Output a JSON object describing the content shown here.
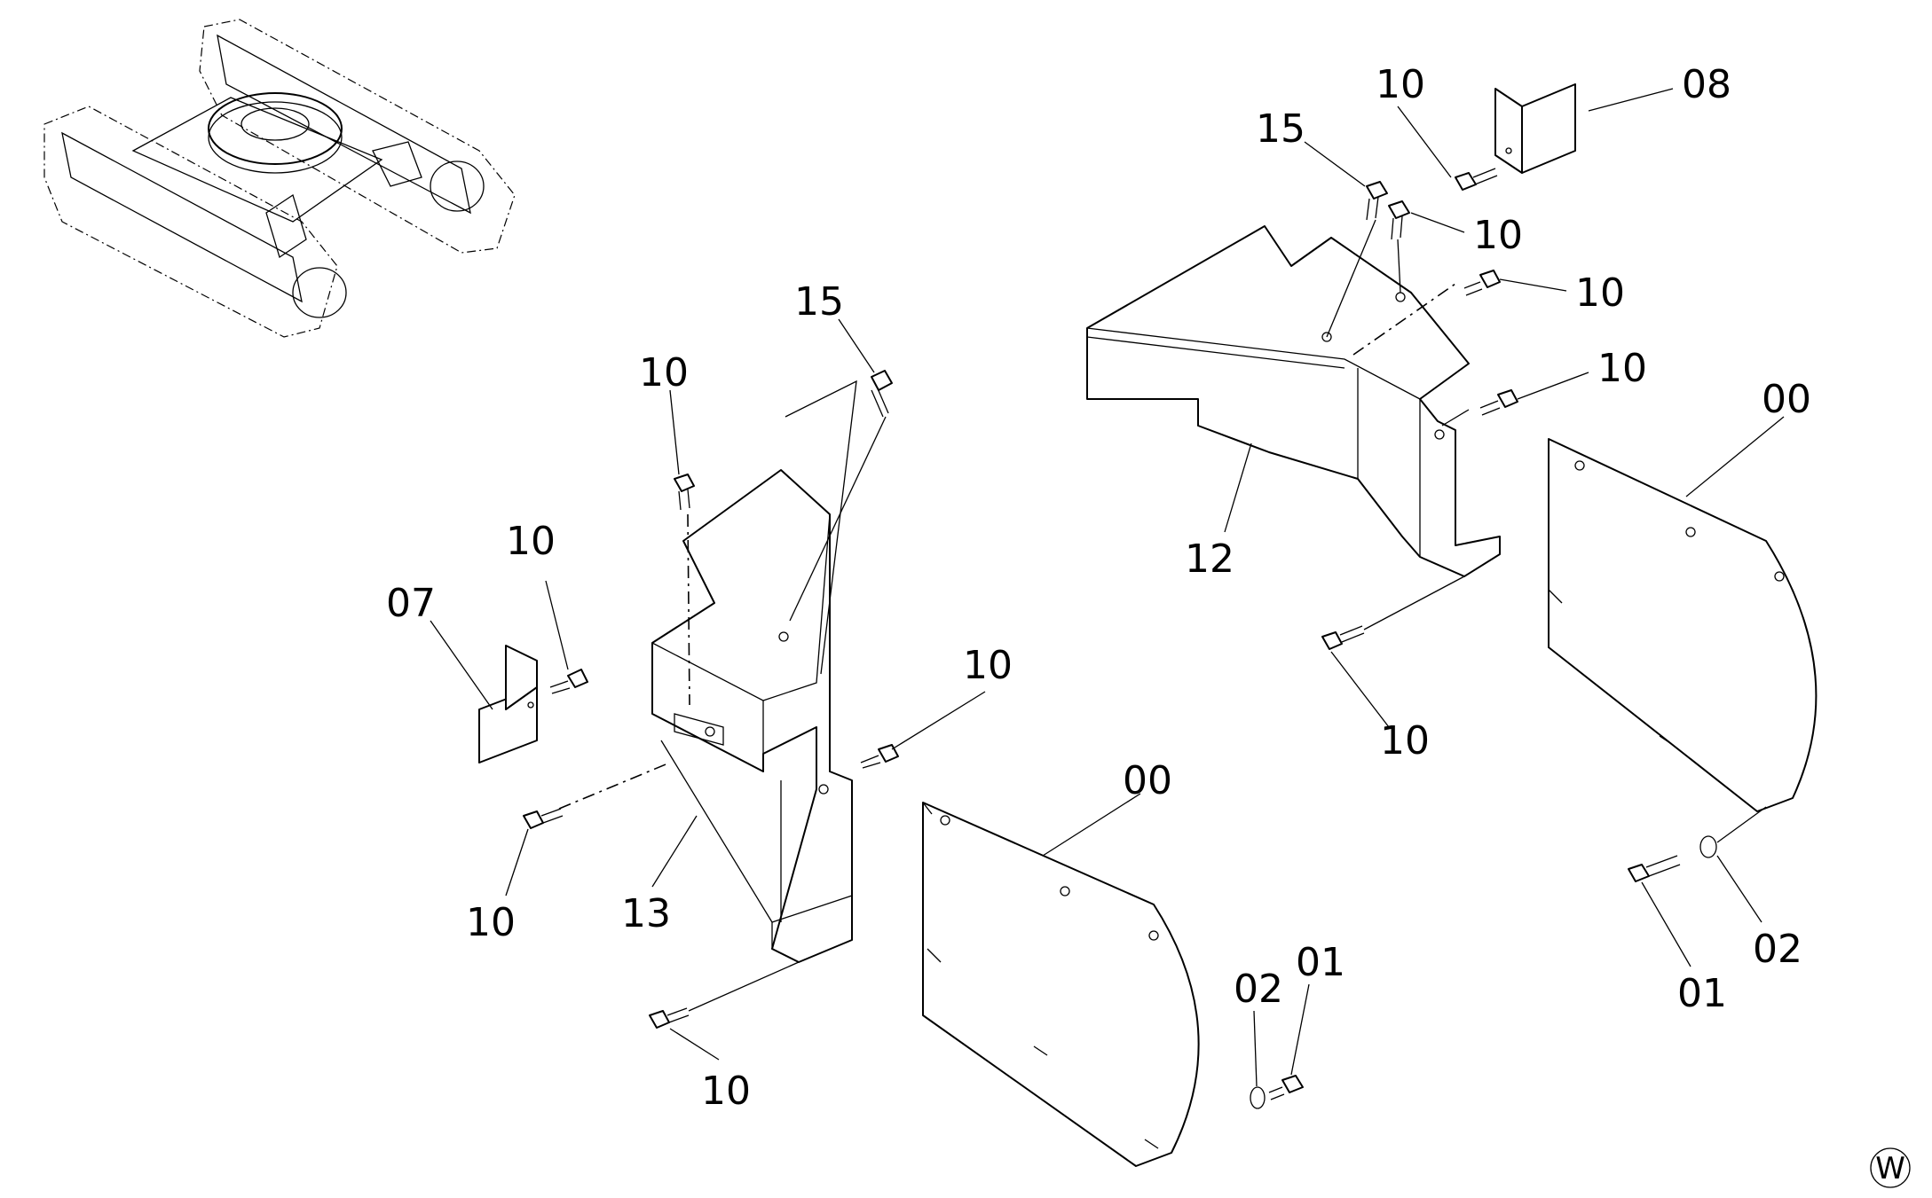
{
  "callouts": {
    "c15_left": "15",
    "c10_top_left": "10",
    "c10_left_bracket": "10",
    "c07": "07",
    "c10_mid_right": "10",
    "c10_bottom_left_a": "10",
    "c13": "13",
    "c10_bottom_left_b": "10",
    "c00_left": "00",
    "c02_left": "02",
    "c01_left": "01",
    "c10_top_right_a": "10",
    "c08": "08",
    "c15_right": "15",
    "c10_top_right_b": "10",
    "c10_top_right_c": "10",
    "c10_top_right_d": "10",
    "c12": "12",
    "c10_right_bottom": "10",
    "c00_right": "00",
    "c01_right": "01",
    "c02_right": "02"
  },
  "watermark": "W"
}
